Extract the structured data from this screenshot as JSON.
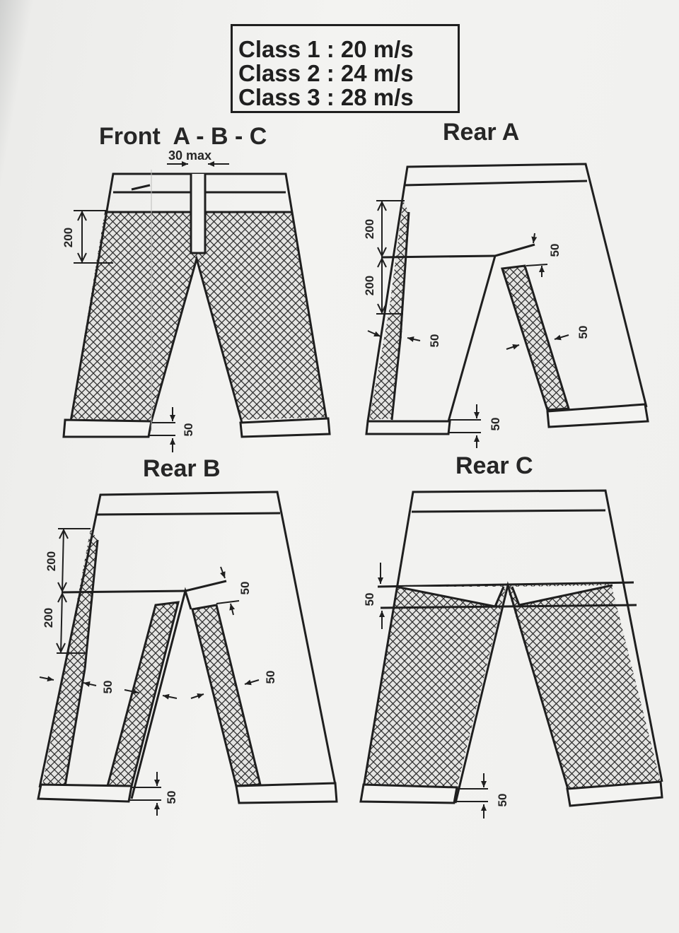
{
  "legend": [
    "Class 1 : 20 m/s",
    "Class 2 : 24 m/s",
    "Class 3 : 28 m/s"
  ],
  "panels": {
    "front": {
      "title": "Front  A - B - C",
      "dim_30": "30 max",
      "dim_200": "200",
      "dim_50": "50"
    },
    "rear_a": {
      "title": "Rear A",
      "dim_200_top": "200",
      "dim_200_bottom": "200",
      "dim_50_a": "50",
      "dim_50_b": "50",
      "dim_50_c": "50",
      "dim_50_d": "50"
    },
    "rear_b": {
      "title": "Rear B",
      "dim_200_top": "200",
      "dim_200_bottom": "200",
      "dim_50_a": "50",
      "dim_50_b": "50",
      "dim_50_c": "50",
      "dim_50_d": "50"
    },
    "rear_c": {
      "title": "Rear C",
      "dim_50_top": "50",
      "dim_50_bottom": "50"
    }
  },
  "colors": {
    "ink": "#1f1f1f",
    "paper": "#f1f1ef"
  }
}
